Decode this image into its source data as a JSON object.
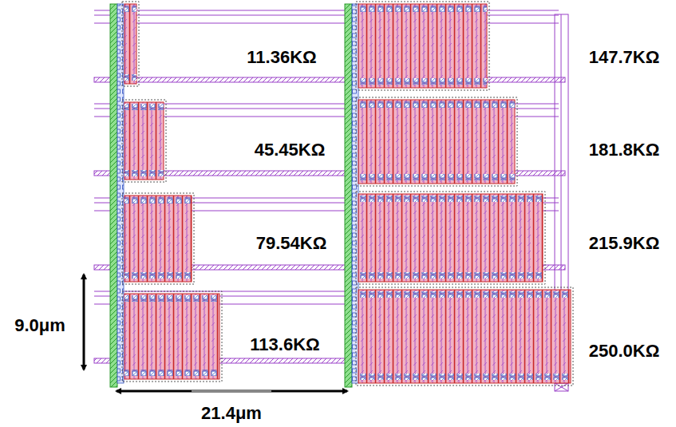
{
  "diagram": {
    "labels": [
      "11.36KΩ",
      "147.7KΩ",
      "45.45KΩ",
      "181.8KΩ",
      "79.54KΩ",
      "215.9KΩ",
      "9.0μm",
      "113.6KΩ",
      "250.0KΩ",
      "21.4μm"
    ]
  }
}
